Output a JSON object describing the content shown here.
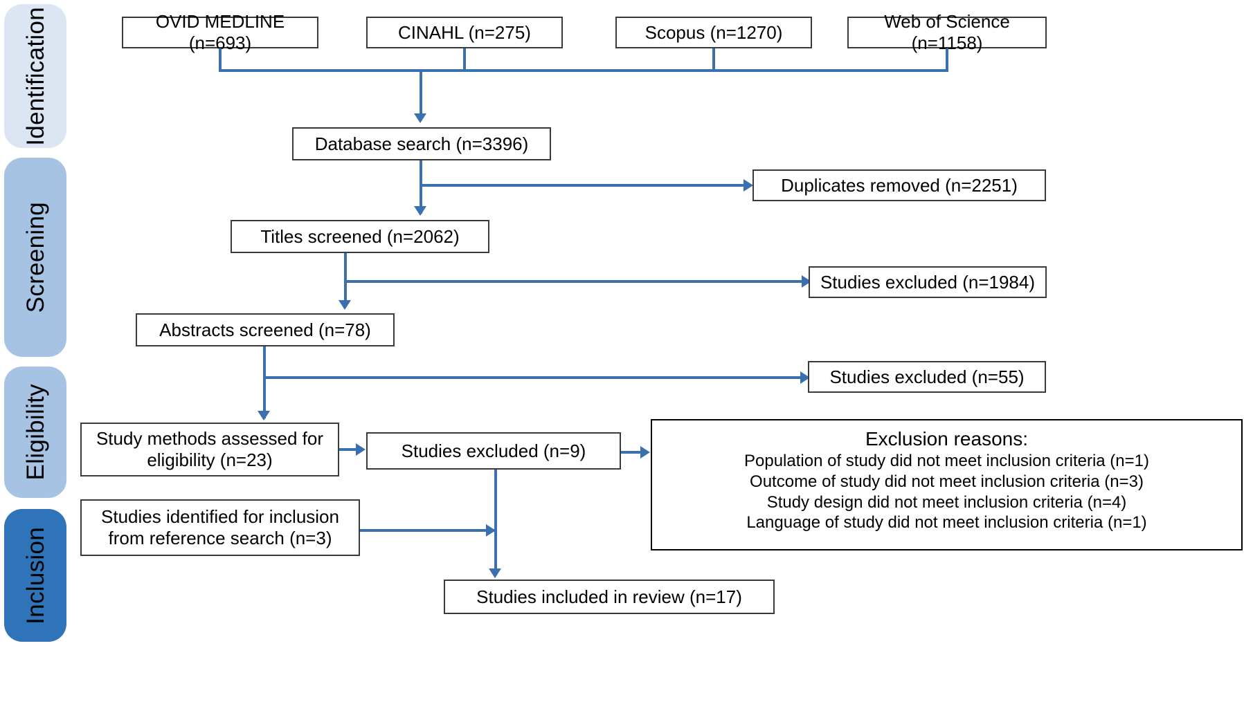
{
  "diagram": {
    "type": "prisma-flow-diagram",
    "accent_line_color": "#3a6fb0",
    "box_border_color": "#3a3a3a"
  },
  "stages": [
    {
      "key": "identification",
      "label": "Identification",
      "color": "#dce6f3"
    },
    {
      "key": "screening",
      "label": "Screening",
      "color": "#a7c3e4"
    },
    {
      "key": "eligibility",
      "label": "Eligibility",
      "color": "#a7c3e4"
    },
    {
      "key": "inclusion",
      "label": "Inclusion",
      "color": "#2f73b8"
    }
  ],
  "sources": [
    {
      "label": "OVID MEDLINE (n=693)"
    },
    {
      "label": "CINAHL (n=275)"
    },
    {
      "label": "Scopus (n=1270)"
    },
    {
      "label": "Web of Science (n=1158)"
    }
  ],
  "nodes": {
    "database_search": "Database search (n=3396)",
    "duplicates_removed": "Duplicates removed (n=2251)",
    "titles_screened": "Titles screened (n=2062)",
    "studies_excluded_titles": "Studies excluded (n=1984)",
    "abstracts_screened": "Abstracts screened (n=78)",
    "studies_excluded_abstracts": "Studies excluded (n=55)",
    "methods_assessed_line1": "Study methods assessed for",
    "methods_assessed_line2": "eligibility (n=23)",
    "studies_excluded_methods": "Studies excluded (n=9)",
    "reference_search_line1": "Studies identified for inclusion",
    "reference_search_line2": "from reference search (n=3)",
    "studies_included": "Studies included in review (n=17)"
  },
  "exclusion_reasons": {
    "title": "Exclusion reasons:",
    "items": [
      "Population of study did not meet inclusion criteria (n=1)",
      "Outcome of study did not meet inclusion criteria (n=3)",
      "Study design did not meet inclusion criteria (n=4)",
      "Language of study did not meet inclusion criteria (n=1)"
    ]
  }
}
